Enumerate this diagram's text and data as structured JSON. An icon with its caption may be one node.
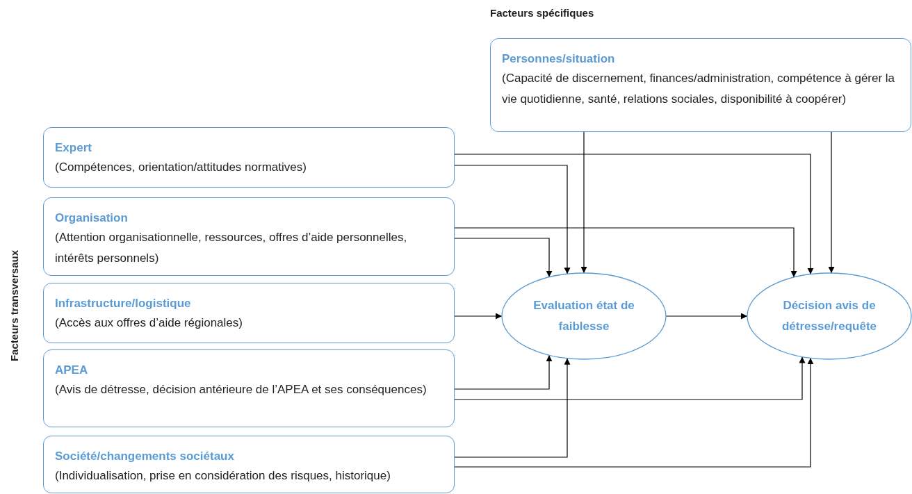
{
  "diagram": {
    "nodes": [
      {
        "text": [
          "Personnes/situation",
          "(Capacité de discernement, finances/administration, compétence à gérer la vie quotidienne, santé, relations sociales, disponibilité à coopérer)"
        ]
      },
      {
        "text": [
          "Expert",
          "(Compétences, orientation/attitudes normatives)"
        ]
      },
      {
        "text": [
          "Organisation",
          "(Attention organisationnelle, ressources, offres d’aide personnelles, intérêts personnels)"
        ]
      },
      {
        "text": [
          "Infrastructure/logistique",
          "(Accès aux offres d’aide régionales)"
        ]
      },
      {
        "text": [
          "APEA",
          "(Avis de détresse, décision antérieure de l’APEA et ses conséquences)"
        ]
      },
      {
        "text": [
          "Société/changements sociétaux",
          "(Individualisation, prise en considération des risques, historique)"
        ]
      },
      {
        "text": [
          "Evaluation état de faiblesse"
        ]
      },
      {
        "text": [
          "Décision avis de détresse/requête"
        ]
      }
    ],
    "edges": [
      {
        "from": 0,
        "to": 6,
        "arrow": "to"
      },
      {
        "from": 0,
        "to": 7,
        "arrow": "to"
      },
      {
        "from": 1,
        "to": 6,
        "arrow": "to"
      },
      {
        "from": 1,
        "to": 7,
        "arrow": "to"
      },
      {
        "from": 2,
        "to": 6,
        "arrow": "to"
      },
      {
        "from": 2,
        "to": 7,
        "arrow": "to"
      },
      {
        "from": 3,
        "to": 6,
        "arrow": "to"
      },
      {
        "from": 6,
        "to": 7,
        "arrow": "to"
      },
      {
        "from": 4,
        "to": 6,
        "arrow": "to"
      },
      {
        "from": 4,
        "to": 7,
        "arrow": "to"
      },
      {
        "from": 5,
        "to": 6,
        "arrow": "to"
      },
      {
        "from": 5,
        "to": 7,
        "arrow": "to"
      }
    ],
    "labels": [
      "Facteurs spécifiques",
      "Facteurs transversaux"
    ]
  }
}
